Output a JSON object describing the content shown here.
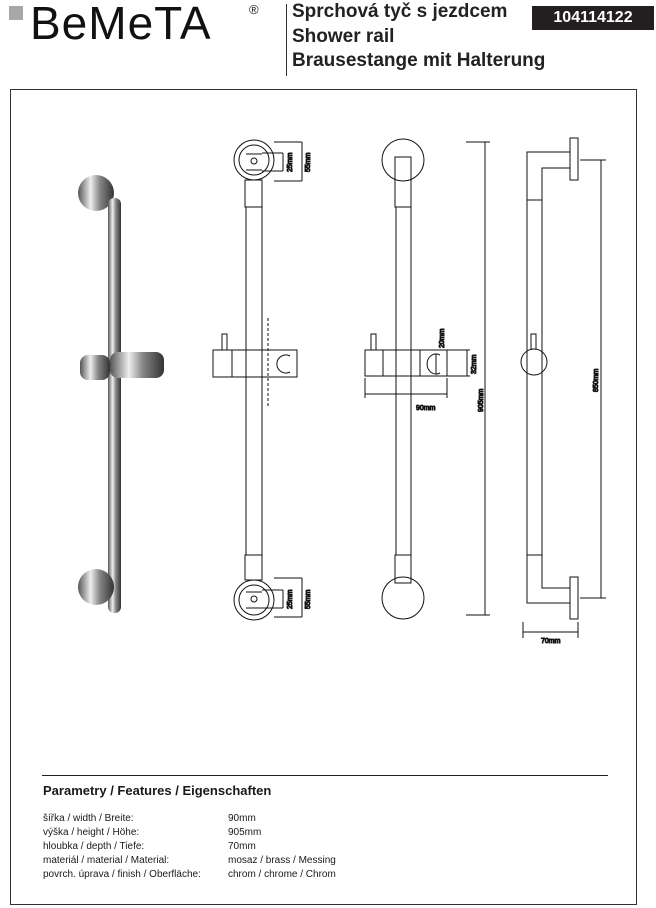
{
  "header": {
    "brand": "BeMeTA",
    "registered": "®",
    "title_cz": "Sprchová tyč s jezdcem",
    "title_en": "Shower rail",
    "title_de": "Brausestange mit Halterung",
    "product_code": "104114122"
  },
  "dimensions": {
    "top_hole": "25mm",
    "top_plate": "55mm",
    "bottom_hole": "25mm",
    "bottom_plate": "55mm",
    "holder_opening": "20mm",
    "holder_height": "32mm",
    "width": "90mm",
    "height": "905mm",
    "rail_length": "850mm",
    "depth": "70mm"
  },
  "features": {
    "title": "Parametry / Features / Eigenschaften",
    "rows": [
      {
        "label": "šířka / width / Breite:",
        "value": "90mm"
      },
      {
        "label": "výška / height / Höhe:",
        "value": "905mm"
      },
      {
        "label": "hloubka / depth / Tiefe:",
        "value": "70mm"
      },
      {
        "label": "materiál / material / Material:",
        "value": "mosaz / brass / Messing"
      },
      {
        "label": "povrch. úprava / finish / Oberfläche:",
        "value": "chrom / chrome / Chrom"
      }
    ]
  }
}
